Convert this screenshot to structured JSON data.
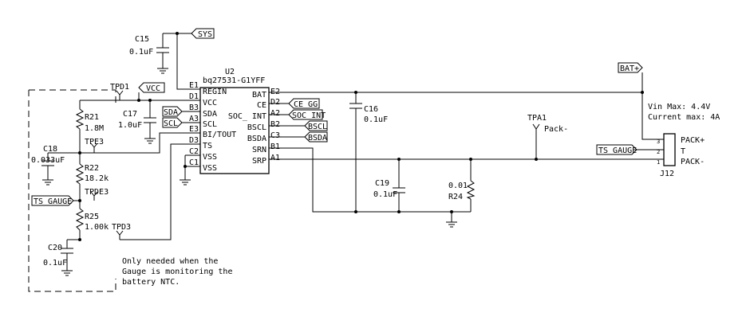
{
  "ic": {
    "refdes": "U2",
    "part": "bq27531-G1YFF",
    "left_pins": [
      {
        "num": "E1",
        "name": "REGIN"
      },
      {
        "num": "D1",
        "name": "VCC"
      },
      {
        "num": "B3",
        "name": "SDA"
      },
      {
        "num": "A3",
        "name": "SCL"
      },
      {
        "num": "E3",
        "name": "BI/TOUT"
      },
      {
        "num": "D3",
        "name": "TS"
      },
      {
        "num": "C2",
        "name": "VSS"
      },
      {
        "num": "C1",
        "name": "VSS"
      }
    ],
    "right_pins": [
      {
        "num": "E2",
        "name": "BAT"
      },
      {
        "num": "D2",
        "name": "CE"
      },
      {
        "num": "A2",
        "name": "SOC_ INT"
      },
      {
        "num": "B2",
        "name": "BSCL"
      },
      {
        "num": "C3",
        "name": "BSDA"
      },
      {
        "num": "B1",
        "name": "SRN"
      },
      {
        "num": "A1",
        "name": "SRP"
      }
    ]
  },
  "nets": {
    "sys": "SYS",
    "vcc": "VCC",
    "sda": "SDA",
    "scl": "SCL",
    "ce_gg": "CE_GG",
    "soc_int": "SOC_INT",
    "bscl": "BSCL",
    "bsda": "BSDA",
    "ts_gauge_left": "TS_GAUGE",
    "ts_gauge_right": "TS_GAUGE",
    "bat_plus": "BAT+"
  },
  "components": {
    "c15": {
      "ref": "C15",
      "value": "0.1uF"
    },
    "c16": {
      "ref": "C16",
      "value": "0.1uF"
    },
    "c17": {
      "ref": "C17",
      "value": "1.0uF"
    },
    "c18": {
      "ref": "C18",
      "value": "0.033uF"
    },
    "c19": {
      "ref": "C19",
      "value": "0.1uF"
    },
    "c20": {
      "ref": "C20",
      "value": "0.1uF"
    },
    "r21": {
      "ref": "R21",
      "value": "1.8M"
    },
    "r22": {
      "ref": "R22",
      "value": "18.2k"
    },
    "r24": {
      "ref": "R24",
      "value": "0.01"
    },
    "r25": {
      "ref": "R25",
      "value": "1.00k"
    }
  },
  "test_points": {
    "tpd1": "TPD1",
    "tpe3": "TPE3",
    "tpde3": "TPDE3",
    "tpd3": "TPD3",
    "tpa1": "TPA1",
    "pack_minus_label": "Pack-"
  },
  "connector": {
    "refdes": "J12",
    "pins": [
      {
        "num": "3",
        "label": "PACK+"
      },
      {
        "num": "2",
        "label": "T"
      },
      {
        "num": "1",
        "label": "PACK-"
      }
    ]
  },
  "notes": {
    "vin_max": "Vin Max: 4.4V",
    "current_max": "Current max: 4A",
    "ntc_note": [
      "Only needed when the",
      "Gauge is monitoring the",
      "battery NTC."
    ]
  }
}
